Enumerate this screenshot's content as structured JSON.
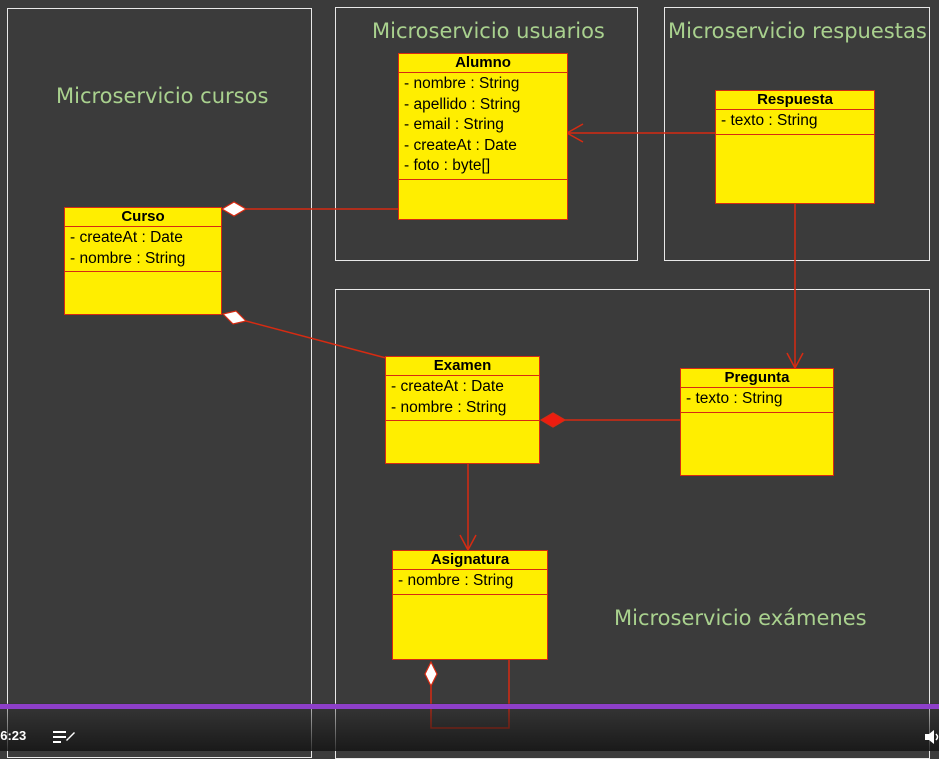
{
  "regions": {
    "cursos": "Microservicio cursos",
    "usuarios": "Microservicio usuarios",
    "respuestas": "Microservicio respuestas",
    "examenes": "Microservicio exámenes"
  },
  "classes": {
    "alumno": {
      "name": "Alumno",
      "attributes": [
        "- nombre : String",
        "- apellido : String",
        "- email : String",
        "- createAt : Date",
        "- foto : byte[]"
      ]
    },
    "respuesta": {
      "name": "Respuesta",
      "attributes": [
        "- texto : String"
      ]
    },
    "curso": {
      "name": "Curso",
      "attributes": [
        "- createAt : Date",
        "- nombre : String"
      ]
    },
    "examen": {
      "name": "Examen",
      "attributes": [
        "- createAt : Date",
        "- nombre : String"
      ]
    },
    "pregunta": {
      "name": "Pregunta",
      "attributes": [
        "- texto : String"
      ]
    },
    "asignatura": {
      "name": "Asignatura",
      "attributes": [
        "- nombre : String"
      ]
    }
  },
  "colors": {
    "class_fill": "#ffee00",
    "class_border": "#d62b12",
    "connector": "#d62b12",
    "region_title": "#a9d18e",
    "region_border": "#e8e8e8",
    "progress": "#8e3fc9"
  },
  "player": {
    "time": "/ 6:23",
    "playlist_icon": "playlist-icon",
    "volume_icon": "volume-icon"
  }
}
